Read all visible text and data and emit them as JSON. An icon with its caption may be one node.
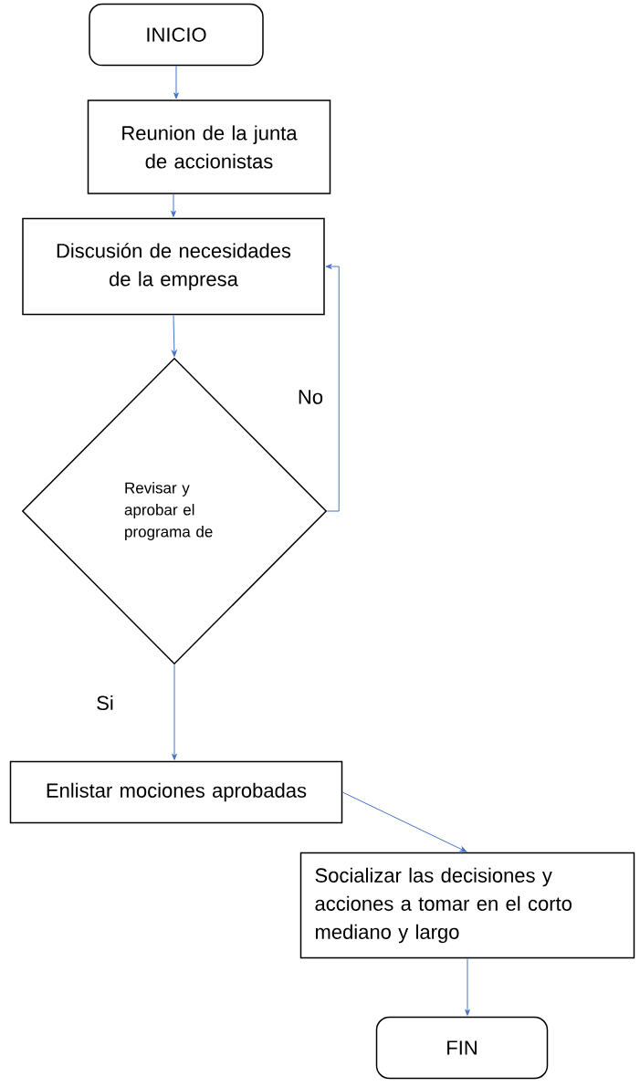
{
  "diagram": {
    "nodes": [
      {
        "text": [
          "INICIO"
        ]
      },
      {
        "text": [
          "Reunion de la junta de accionistas"
        ]
      },
      {
        "text": [
          "Discusión de necesidades de la empresa"
        ]
      },
      {
        "text": [
          "Revisar y aprobar el programa de"
        ]
      },
      {
        "text": [
          "Enlistar mociones aprobadas"
        ]
      },
      {
        "text": [
          "Socializar las decisiones y acciones a tomar en el corto mediano y largo"
        ]
      },
      {
        "text": [
          "FIN"
        ]
      }
    ],
    "edges": [
      {
        "from": 0,
        "to": 1,
        "arrow": "to"
      },
      {
        "from": 1,
        "to": 2,
        "arrow": "to"
      },
      {
        "from": 2,
        "to": 3,
        "arrow": "to"
      },
      {
        "from": 3,
        "to": 2,
        "arrow": "to",
        "label": "No"
      },
      {
        "from": 3,
        "to": 4,
        "arrow": "to",
        "label": "Si"
      },
      {
        "from": 4,
        "to": 5,
        "arrow": "to"
      },
      {
        "from": 5,
        "to": 6,
        "arrow": "to"
      }
    ]
  }
}
